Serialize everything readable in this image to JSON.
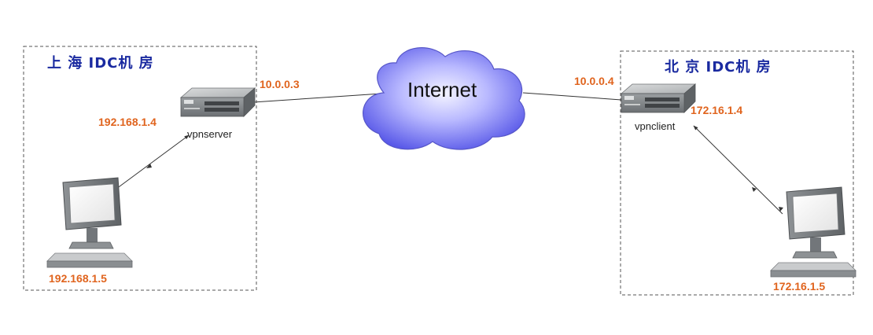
{
  "colors": {
    "zone_title": "#1a2aa0",
    "ip_label": "#e0641e",
    "cloud_fill": "#6f6ff0",
    "device_gray": "#808487",
    "line": "#333333"
  },
  "zones": [
    {
      "title": "上 海 IDC机 房",
      "server": {
        "name": "vpnserver",
        "lan_ip": "192.168.1.4",
        "wan_ip": "10.0.0.3"
      },
      "client": {
        "ip": "192.168.1.5"
      }
    },
    {
      "title": "北 京 IDC机 房",
      "server": {
        "name": "vpnclient",
        "lan_ip": "172.16.1.4",
        "wan_ip": "10.0.0.4"
      },
      "client": {
        "ip": "172.16.1.5"
      }
    }
  ],
  "cloud": {
    "label": "Internet"
  },
  "icons": {
    "server": "server-icon",
    "workstation": "workstation-icon",
    "cloud": "cloud-icon"
  }
}
